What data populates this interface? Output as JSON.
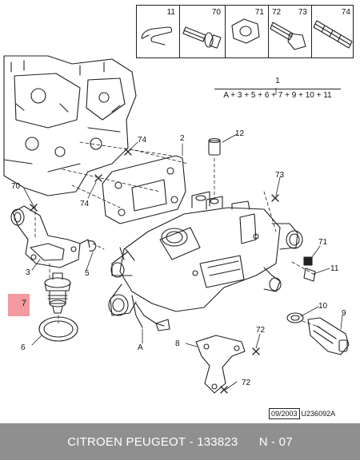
{
  "hardware_box": {
    "items": [
      {
        "number": "11",
        "icon": "spring-clip-icon"
      },
      {
        "number": "70",
        "icon": "flanged-bolt-icon"
      },
      {
        "number": "71",
        "icon": "hex-nut-icon"
      },
      {
        "number": "72",
        "icon": "hex-bolt-icon"
      },
      {
        "number": "73",
        "icon": "hex-bolt-icon"
      },
      {
        "number": "74",
        "icon": "stud-icon"
      }
    ]
  },
  "kit": {
    "number": "1",
    "formula": "A + 3 + 5 + 6 + 7 + 9 + 10 + 11"
  },
  "callouts": {
    "c74a": "74",
    "c2": "2",
    "c12": "12",
    "c70": "70",
    "c74b": "74",
    "c73": "73",
    "c3": "3",
    "c5": "5",
    "c71": "71",
    "c11": "11",
    "c10": "10",
    "c9": "9",
    "c6": "6",
    "cA": "A",
    "c8": "8",
    "c72a": "72",
    "c72b": "72"
  },
  "highlight": {
    "number": "7",
    "color": "#f39aa0"
  },
  "reference": {
    "date": "09/2003",
    "code": "U236092A"
  },
  "footer": {
    "brand": "CITROEN PEUGEOT",
    "separator": " - ",
    "part_number": "133823",
    "page": "N - 07",
    "background": "#8f8f8f"
  }
}
